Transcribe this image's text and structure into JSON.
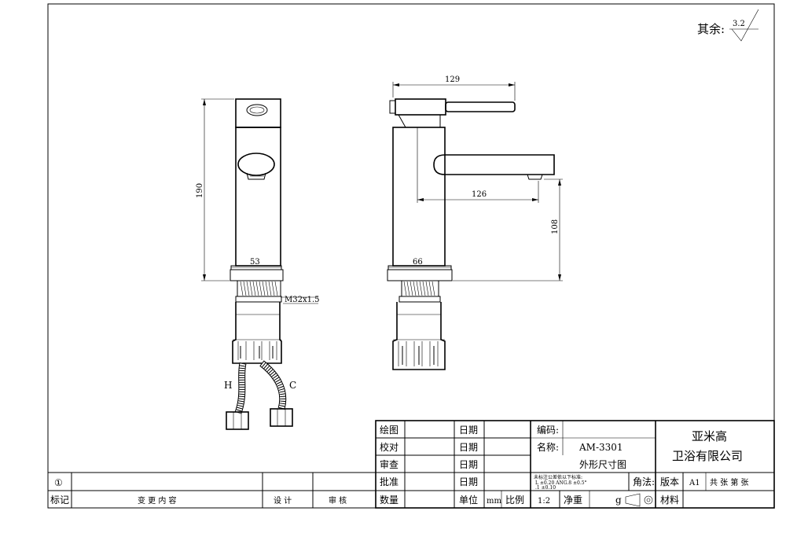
{
  "roughness": {
    "label": "其余:",
    "value": "3.2"
  },
  "dimensions": {
    "height_total": "190",
    "width_spout": "129",
    "reach": "126",
    "spout_height": "108",
    "base_front": "53",
    "base_side": "66",
    "thread": "M32x1.5"
  },
  "hoses": {
    "hot": "H",
    "cold": "C"
  },
  "title_block": {
    "rows": [
      {
        "label": "绘图",
        "date": "日期"
      },
      {
        "label": "校对",
        "date": "日期"
      },
      {
        "label": "审查",
        "date": "日期"
      },
      {
        "label": "批准",
        "date": "日期"
      }
    ],
    "code_label": "编码:",
    "name_label": "名称:",
    "model": "AM-3301",
    "drawing_title": "外形尺寸图",
    "company_line1": "亚米高",
    "company_line2": "卫浴有限公司",
    "tolerance_note_1": "未标注公差依以下标准:",
    "tolerance_note_2": "L    ±0.20  ANG.8  ±0.5°",
    "tolerance_note_3": ".1     ±0.10",
    "angle_label": "角法:",
    "version_label": "版本",
    "version_value": "A1",
    "sheets_text": "共  张 第  张",
    "quantity_label": "数量",
    "unit_label": "单位",
    "unit_value": "mm",
    "scale_label": "比例",
    "scale_value": "1:2",
    "weight_label": "净重",
    "weight_unit": "g",
    "material_label": "材料"
  },
  "revision_block": {
    "mark": "①",
    "mark_label": "标记",
    "change_label": "变 更 内 容",
    "design_label": "设 计",
    "review_label": "审 核"
  }
}
